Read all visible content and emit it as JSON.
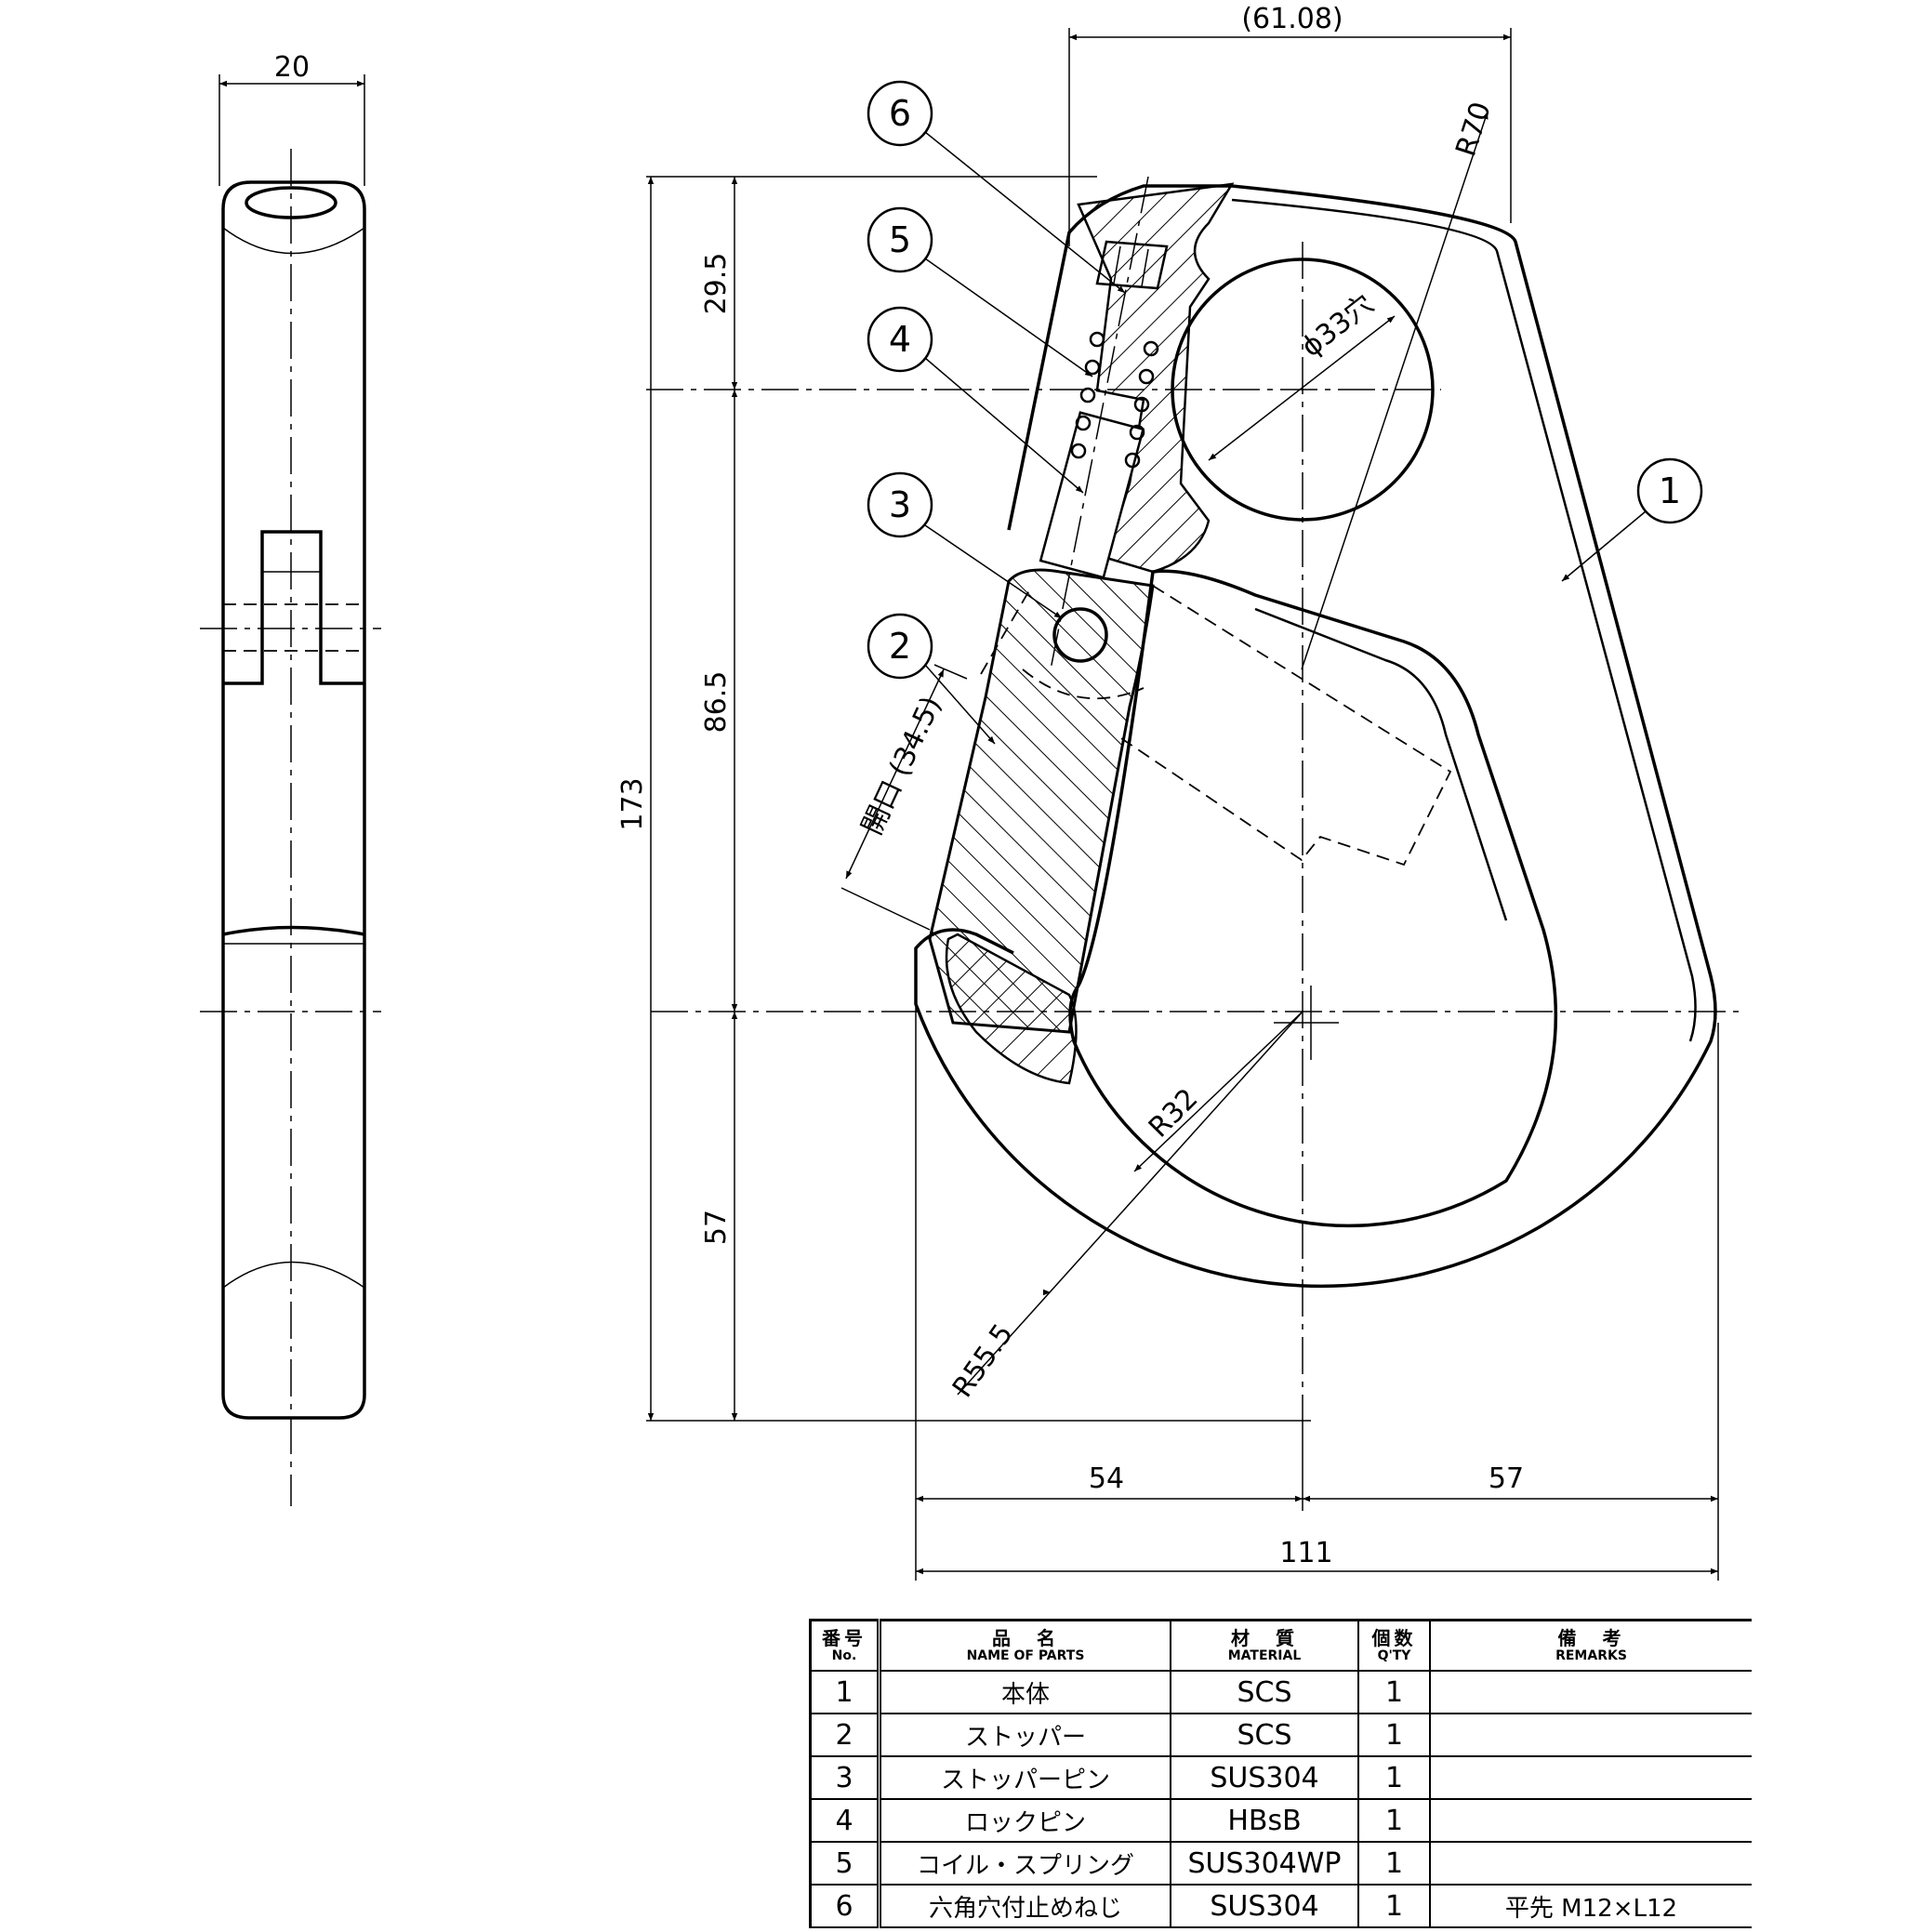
{
  "dimensions": {
    "side_width": "20",
    "top_overall": "(61.08)",
    "r70": "R70",
    "phi33": "ϕ33穴",
    "d29_5": "29.5",
    "d86_5": "86.5",
    "d173": "173",
    "d57_left": "57",
    "opening": "開口 (34.5)",
    "r32": "R32",
    "r55_5": "R55.5",
    "d54": "54",
    "d57_bottom": "57",
    "d111": "111"
  },
  "callouts": [
    "1",
    "2",
    "3",
    "4",
    "5",
    "6"
  ],
  "table": {
    "headers": [
      {
        "jp": "番号",
        "en": "No."
      },
      {
        "jp": "品　名",
        "en": "NAME OF PARTS"
      },
      {
        "jp": "材　質",
        "en": "MATERIAL"
      },
      {
        "jp": "個数",
        "en": "Q'TY"
      },
      {
        "jp": "備　考",
        "en": "REMARKS"
      }
    ],
    "rows": [
      {
        "no": "1",
        "name": "本体",
        "material": "SCS",
        "qty": "1",
        "remarks": ""
      },
      {
        "no": "2",
        "name": "ストッパー",
        "material": "SCS",
        "qty": "1",
        "remarks": ""
      },
      {
        "no": "3",
        "name": "ストッパーピン",
        "material": "SUS304",
        "qty": "1",
        "remarks": ""
      },
      {
        "no": "4",
        "name": "ロックピン",
        "material": "HBsB",
        "qty": "1",
        "remarks": ""
      },
      {
        "no": "5",
        "name": "コイル・スプリング",
        "material": "SUS304WP",
        "qty": "1",
        "remarks": ""
      },
      {
        "no": "6",
        "name": "六角穴付止めねじ",
        "material": "SUS304",
        "qty": "1",
        "remarks": "平先 M12×L12"
      }
    ]
  }
}
